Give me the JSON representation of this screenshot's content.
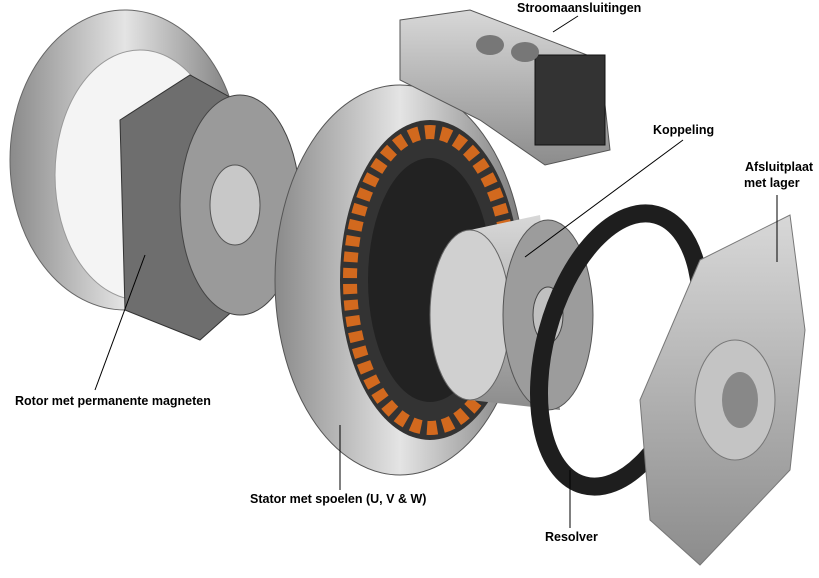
{
  "labels": {
    "power_connections": "Stroomaansluitingen",
    "coupling": "Koppeling",
    "end_plate_line1": "Afsluitplaat",
    "end_plate_line2": "met lager",
    "rotor": "Rotor met permanente magneten",
    "stator": "Stator met spoelen (U, V & W)",
    "resolver": "Resolver"
  },
  "colors": {
    "coil": "#d2691e",
    "metal": "#b8b8b8",
    "dark": "#2a2a2a"
  }
}
